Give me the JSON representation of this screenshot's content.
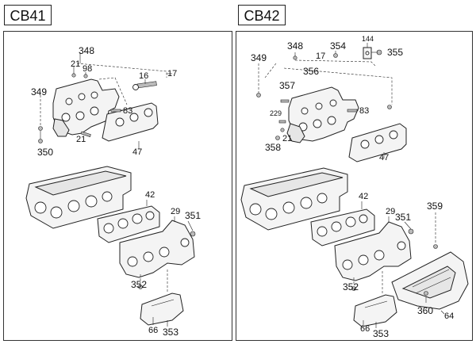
{
  "left": {
    "title": "CB41",
    "callouts": {
      "c348": "348",
      "c17": "17",
      "c21a": "21",
      "c98": "98",
      "c16": "16",
      "c349": "349",
      "c83": "83",
      "c21b": "21",
      "c350": "350",
      "c47": "47",
      "c42": "42",
      "c29": "29",
      "c351": "351",
      "c352": "352",
      "c66": "66",
      "c353": "353"
    }
  },
  "right": {
    "title": "CB42",
    "callouts": {
      "c348": "348",
      "c354": "354",
      "c144": "144",
      "c355": "355",
      "c349": "349",
      "c17": "17",
      "c356": "356",
      "c357": "357",
      "c83": "83",
      "c229": "229",
      "c21": "21",
      "c358": "358",
      "c47": "47",
      "c42": "42",
      "c29": "29",
      "c351": "351",
      "c359": "359",
      "c352": "352",
      "c360": "360",
      "c64": "64",
      "c66": "66",
      "c353": "353"
    }
  }
}
